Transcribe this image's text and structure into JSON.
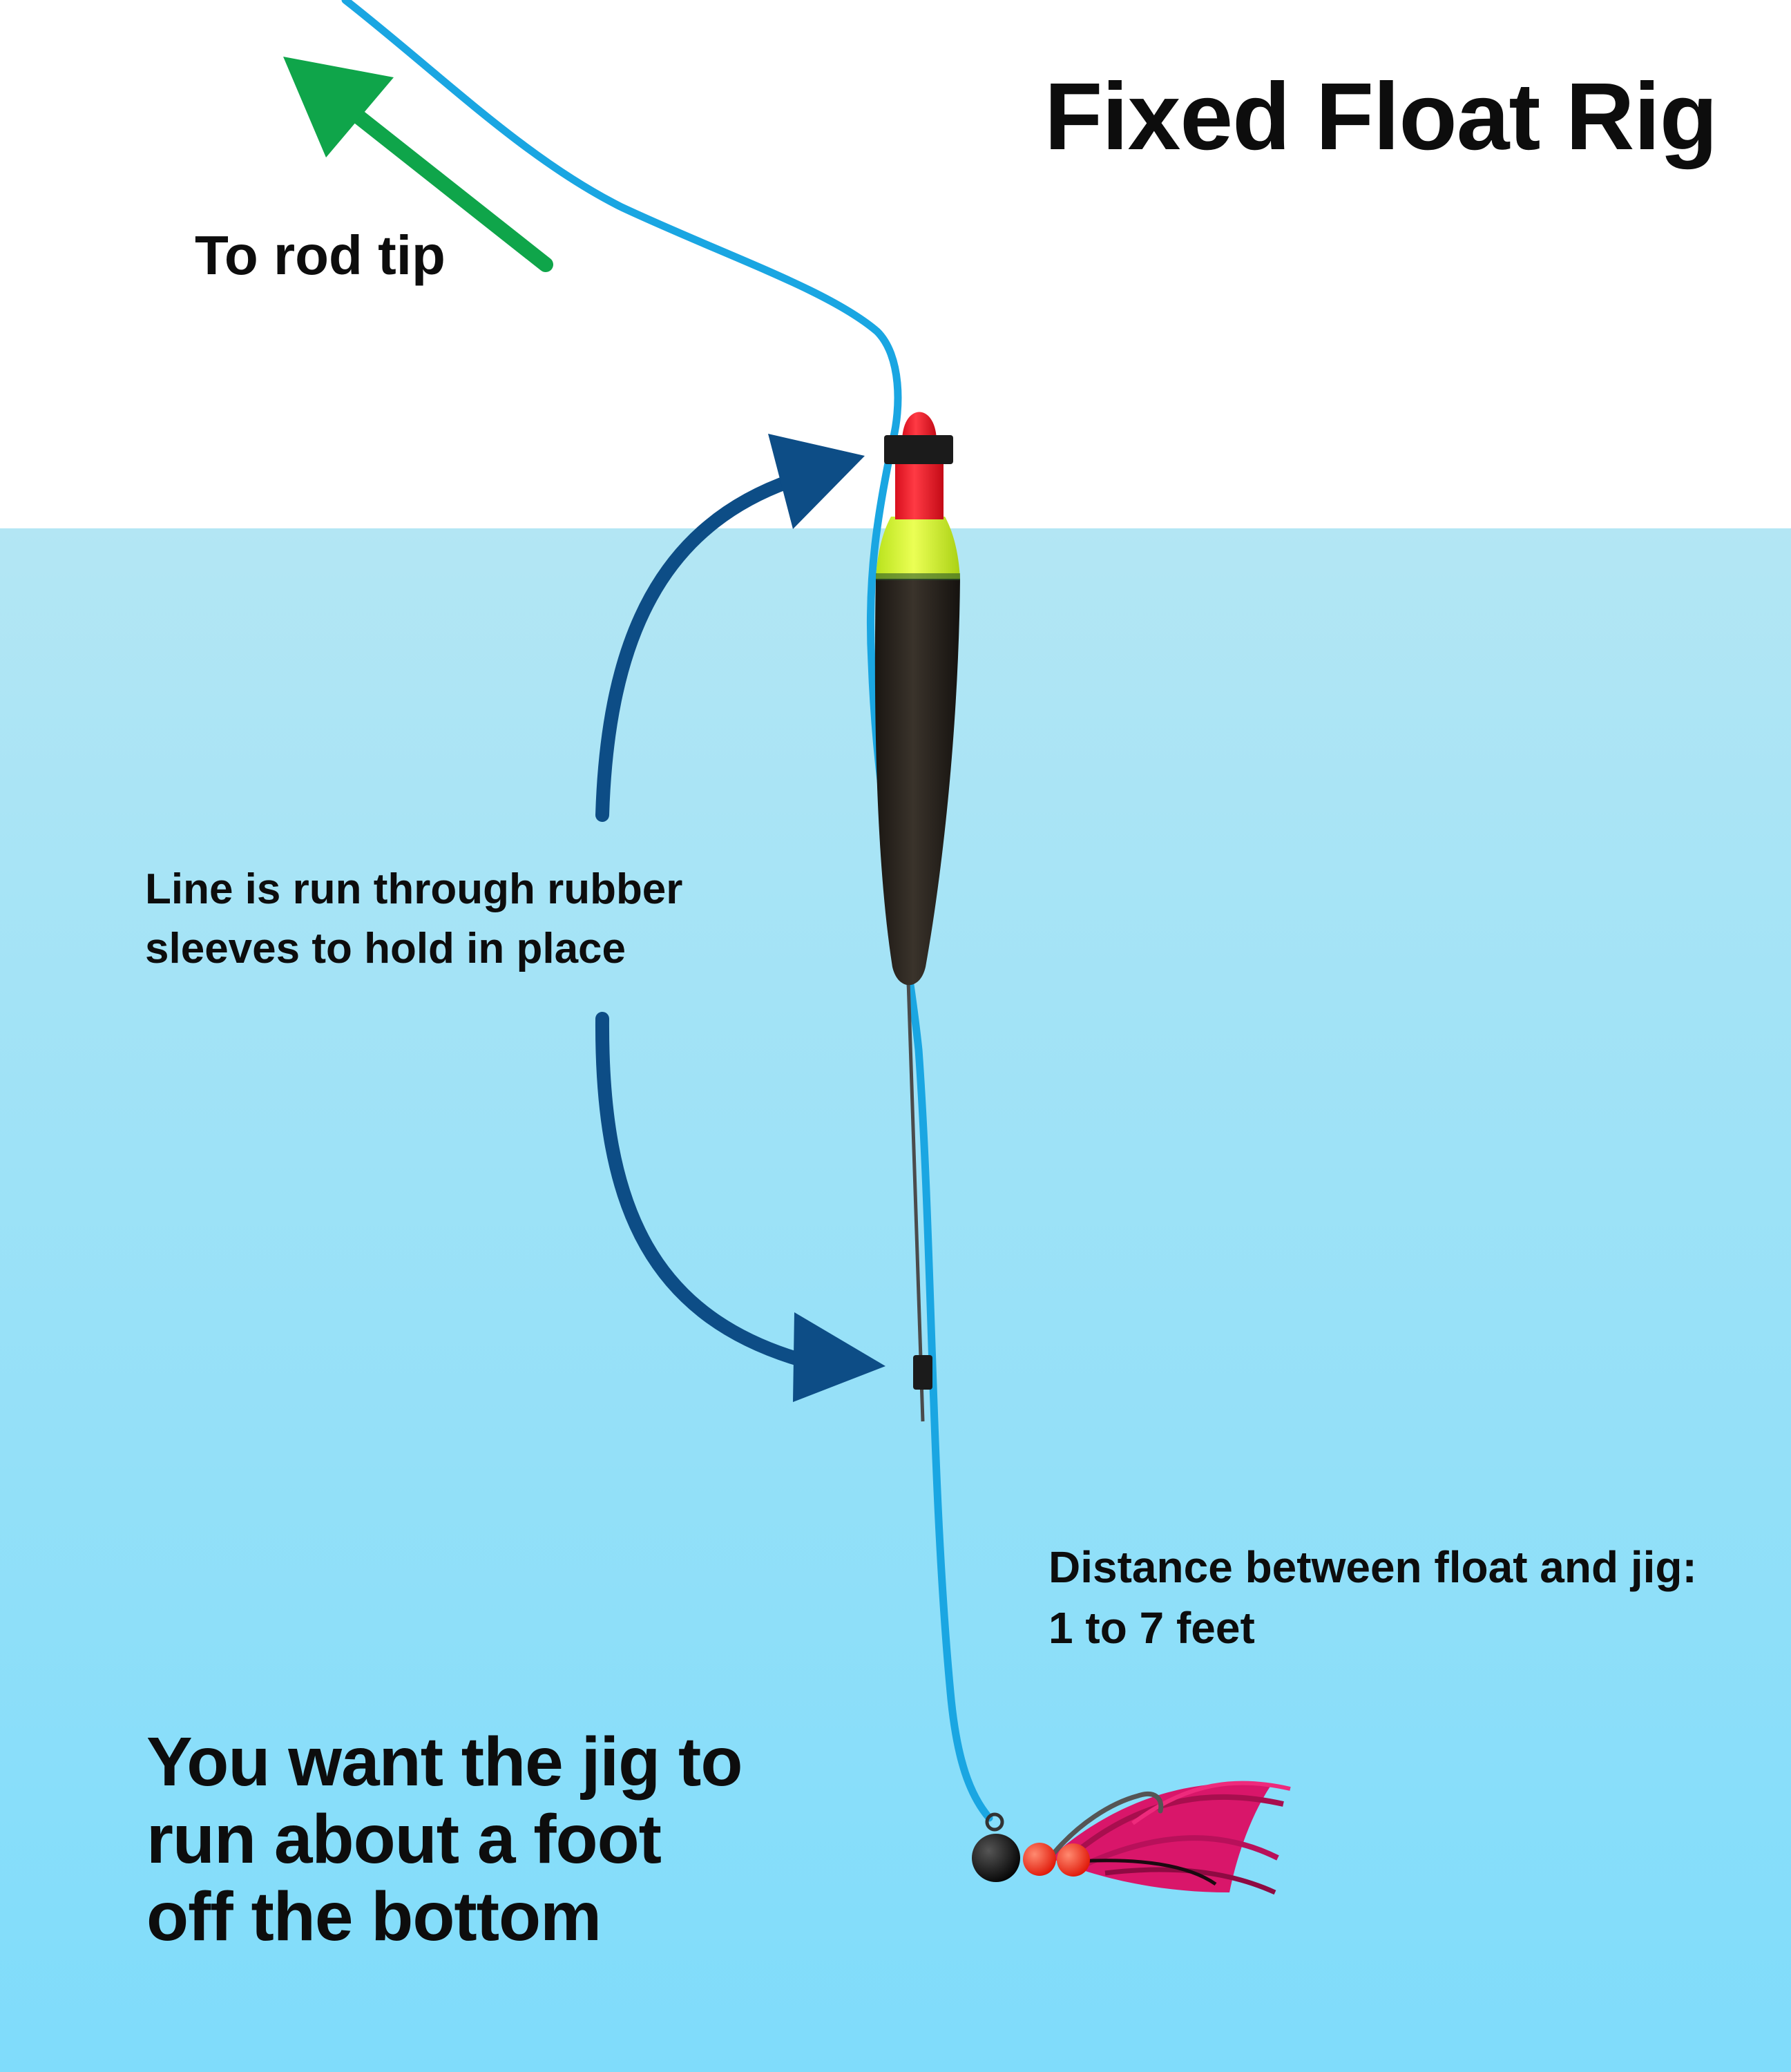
{
  "title": "Fixed Float Rig",
  "labels": {
    "rod_tip": "To rod tip",
    "sleeves": [
      "Line is run through rubber",
      "sleeves to hold in place"
    ],
    "distance": [
      "Distance between float and jig:",
      "1 to 7 feet"
    ],
    "jig_depth": [
      "You want the jig to",
      "run about a foot",
      "off the bottom"
    ]
  },
  "colors": {
    "sky": "#ffffff",
    "water_top": "#b3e6f4",
    "water_bottom": "#7fdcfb",
    "fishing_line": "#1aa6e2",
    "rod_tip_arrow": "#0fa54a",
    "sleeve_arrows": "#0d4d86",
    "float_tip": "#ff1f2e",
    "float_band": "#d8ff2a",
    "float_body": "#2b2620",
    "rubber_sleeve": "#1b1b1b",
    "jig_head": "#111111",
    "beads": "#ff2a1a",
    "jig_feathers": "#e0186a"
  }
}
